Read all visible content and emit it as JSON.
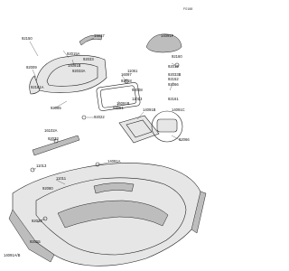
{
  "diagram": {
    "ref_code": "F0188",
    "callouts": [
      "92150",
      "14037",
      "14091F",
      "92015A",
      "92033",
      "92160",
      "14091B",
      "92009",
      "92033A",
      "92161A",
      "11061",
      "92015",
      "16097",
      "92033B",
      "92152",
      "92018",
      "92066",
      "92008",
      "11013",
      "14091B",
      "59051",
      "92161",
      "92085",
      "14091B",
      "14091C",
      "92022",
      "16102A",
      "92066",
      "92033",
      "11013",
      "14091A",
      "11011",
      "92080",
      "92022",
      "92055",
      "14091A/B"
    ]
  }
}
